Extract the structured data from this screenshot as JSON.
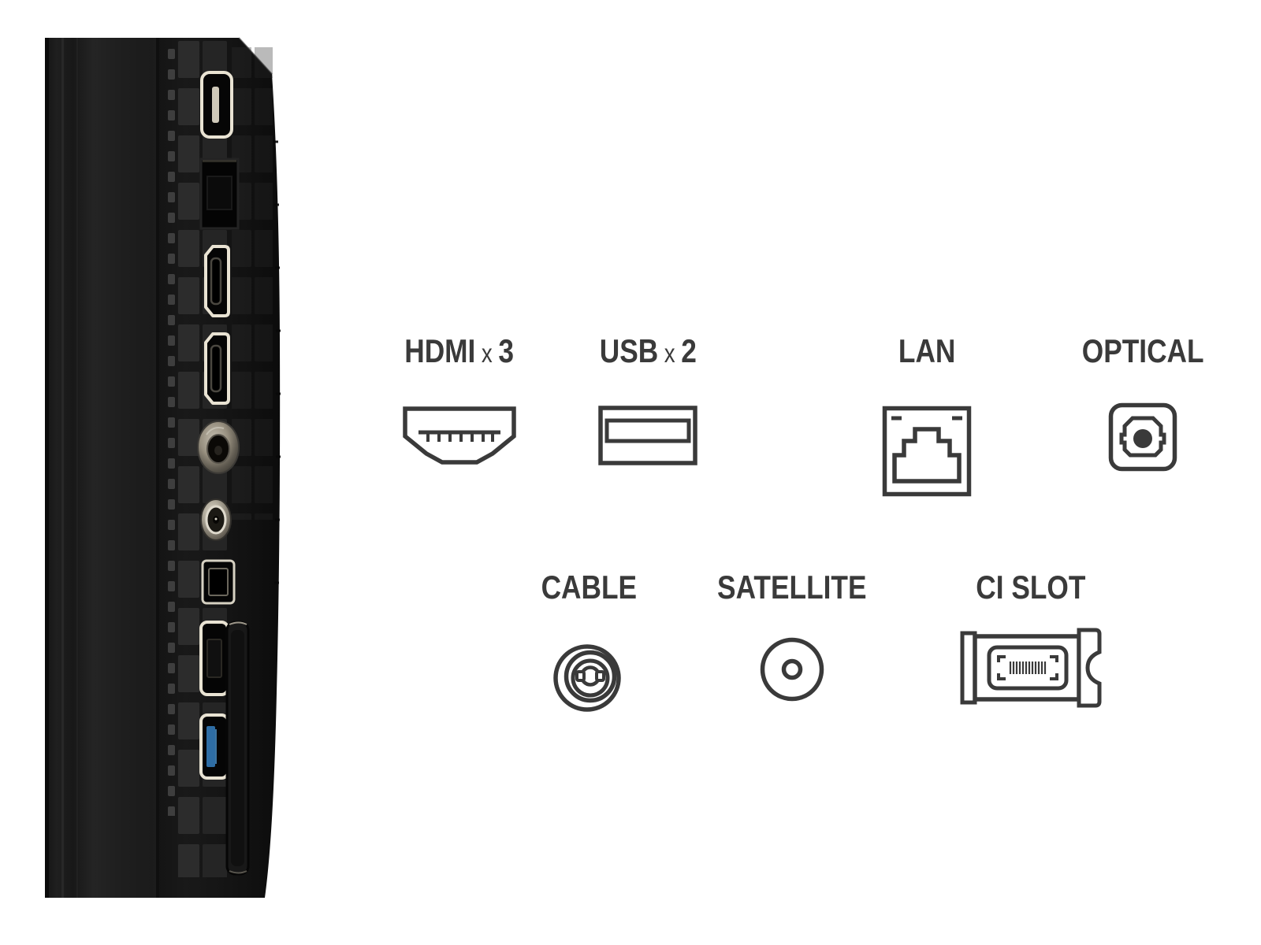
{
  "connectors": {
    "hdmi": {
      "label": "HDMI",
      "mult_sign": "x",
      "mult_value": "3",
      "icon": "hdmi-port-icon"
    },
    "usb": {
      "label": "USB",
      "mult_sign": "x",
      "mult_value": "2",
      "icon": "usb-port-icon"
    },
    "lan": {
      "label": "LAN",
      "icon": "lan-port-icon"
    },
    "optical": {
      "label": "OPTICAL",
      "icon": "optical-port-icon"
    },
    "cable": {
      "label": "CABLE",
      "icon": "cable-connector-icon"
    },
    "satellite": {
      "label": "SATELLITE",
      "icon": "satellite-connector-icon"
    },
    "ci_slot": {
      "label": "CI SLOT",
      "icon": "ci-slot-icon"
    }
  },
  "colors": {
    "background": "#ffffff",
    "text": "#3a3a3a",
    "line": "#3a3a3a",
    "tv_body": "#161616",
    "port_outline": "#e9e3d3",
    "usb3_blue": "#2e6da4",
    "coax_silver": "#b5afa3"
  }
}
